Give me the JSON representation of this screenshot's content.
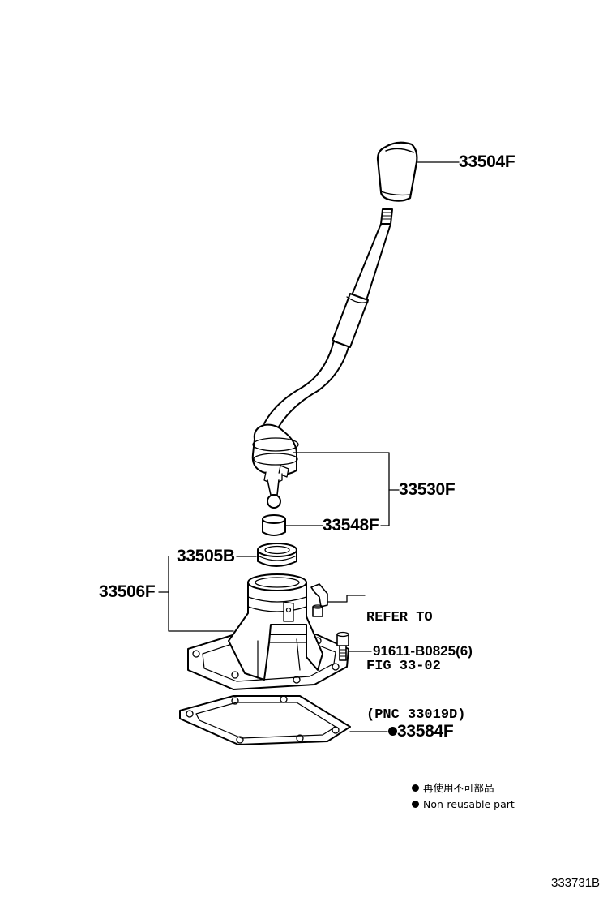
{
  "callouts": {
    "knob": "33504F",
    "lever": "33530F",
    "seat": "33548F",
    "boot": "33505B",
    "retainer": "33506F",
    "bolt": "91611-B0825(6)",
    "gasket": "33584F"
  },
  "reference": {
    "line1": "REFER TO",
    "line2": "FIG 33-02",
    "line3": "(PNC 33019D)"
  },
  "legend": {
    "item_jp": "再使用不可部品",
    "item_en": "Non-reusable part"
  },
  "figure_id": "333731B",
  "colors": {
    "ink": "#000000",
    "background": "#ffffff"
  }
}
